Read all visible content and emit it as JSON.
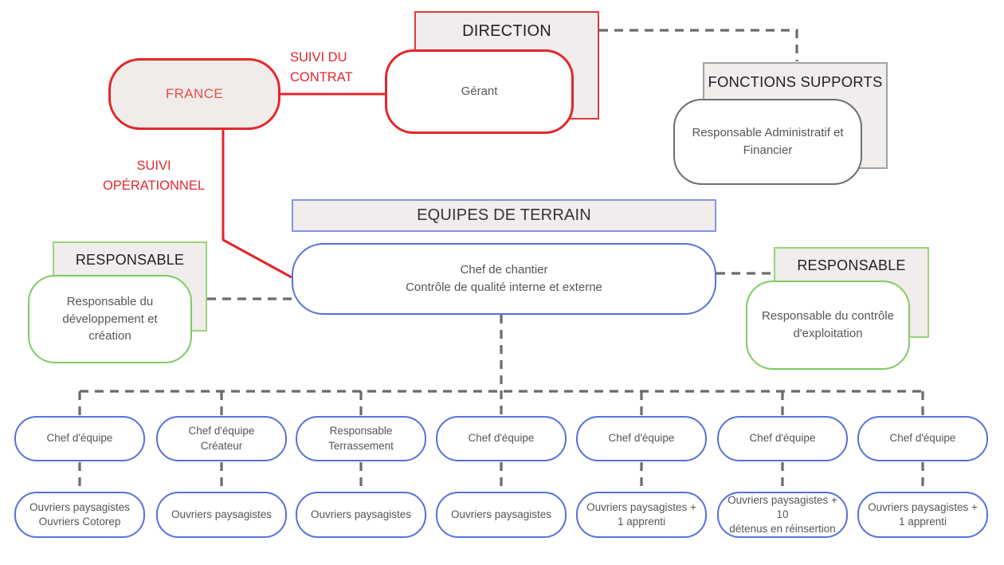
{
  "colors": {
    "red": "#e3262b",
    "blue": "#5571dd",
    "blue_light": "#8795d9",
    "green": "#7ecb63",
    "green_light": "#97d577",
    "gray_border": "#6e6e6e",
    "gray_panel_border": "#a3a09e",
    "dash_gray": "#6b6b6b",
    "panel_fill": "#f1edec",
    "heading_text": "#212121",
    "body_text": "#565656"
  },
  "direction": {
    "title": "DIRECTION",
    "manager": "Gérant"
  },
  "france": {
    "label": "FRANCE"
  },
  "links": {
    "contract": "SUIVI DU\nCONTRAT",
    "operational": "SUIVI\nOPÉRATIONNEL"
  },
  "support": {
    "title": "FONCTIONS SUPPORTS",
    "role": "Responsable Administratif et\nFinancier"
  },
  "field_teams": {
    "title": "EQUIPES DE TERRAIN",
    "lead": "Chef de chantier\nContrôle de qualité interne et externe"
  },
  "responsable_left": {
    "title": "RESPONSABLE",
    "role": "Responsable du\ndéveloppement et\ncréation"
  },
  "responsable_right": {
    "title": "RESPONSABLE",
    "role": "Responsable du contrôle\nd'exploitation"
  },
  "teams": [
    {
      "lead": "Chef d'équipe",
      "crew": "Ouvriers paysagistes\nOuvriers Cotorep"
    },
    {
      "lead": "Chef d'équipe\nCréateur",
      "crew": "Ouvriers paysagistes"
    },
    {
      "lead": "Responsable\nTerrassement",
      "crew": "Ouvriers paysagistes"
    },
    {
      "lead": "Chef d'équipe",
      "crew": "Ouvriers paysagistes"
    },
    {
      "lead": "Chef d'équipe",
      "crew": "Ouvriers paysagistes +\n1 apprenti"
    },
    {
      "lead": "Chef d'équipe",
      "crew": "Ouvriers paysagistes + 10\ndétenus en réinsertion"
    },
    {
      "lead": "Chef d'équipe",
      "crew": "Ouvriers paysagistes +\n1 apprenti"
    }
  ]
}
